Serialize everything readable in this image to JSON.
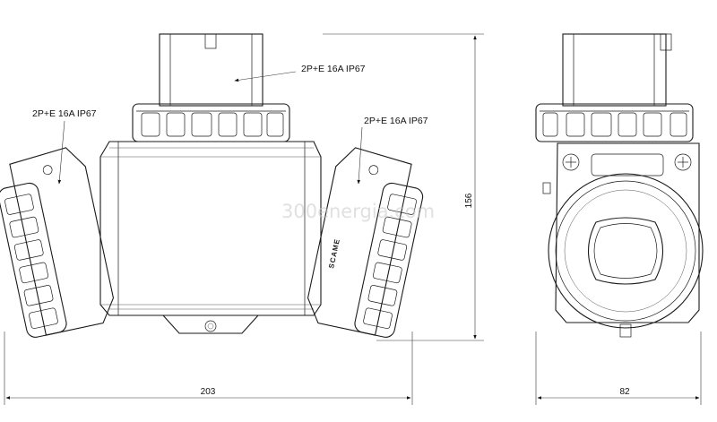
{
  "labels": {
    "top_plug": "2P+E 16A IP67",
    "left_socket": "2P+E 16A IP67",
    "right_socket": "2P+E 16A IP67"
  },
  "dimensions": {
    "width_front": "203",
    "height": "156",
    "width_side": "82"
  },
  "brand": "SCAME",
  "watermark": "300energia.com"
}
